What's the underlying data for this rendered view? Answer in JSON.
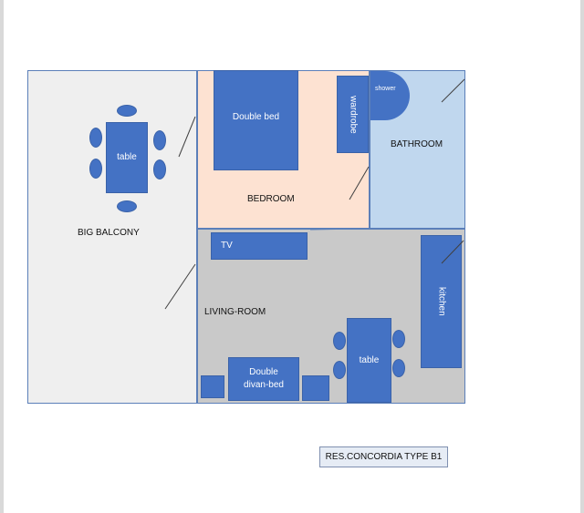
{
  "rooms": {
    "big_balcony": "BIG BALCONY",
    "bedroom": "BEDROOM",
    "bathroom": "BATHROOM",
    "living_room": "LIVING-ROOM"
  },
  "furniture": {
    "balcony_table": "table",
    "double_bed": "Double bed",
    "wardrobe": "wardrobe",
    "shower": "shower",
    "tv": "TV",
    "kitchen": "kitchen",
    "living_table": "table",
    "divan_bed_line1": "Double",
    "divan_bed_line2": "divan-bed"
  },
  "caption": "RES.CONCORDIA TYPE B1",
  "colors": {
    "furniture": "#4472c4",
    "balcony": "#efefef",
    "bedroom": "#fde2d2",
    "bathroom": "#c0d7ee",
    "living_room": "#c9c9c9",
    "walls": "#5b7fb9"
  }
}
